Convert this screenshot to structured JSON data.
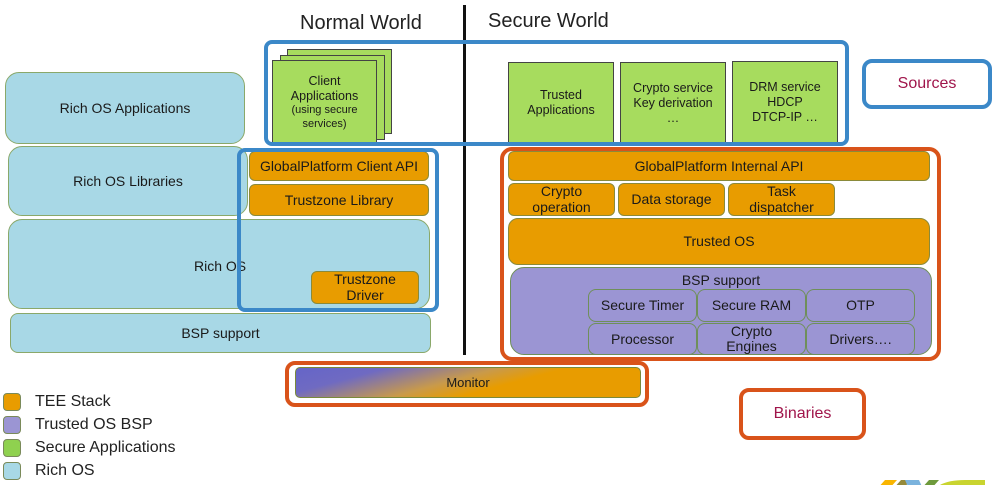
{
  "headers": {
    "normal_world": "Normal World",
    "secure_world": "Secure World"
  },
  "normal_world": {
    "rich_os_applications": "Rich OS Applications",
    "rich_os_libraries": "Rich OS Libraries",
    "rich_os": "Rich OS",
    "bsp_support": "BSP support",
    "client_applications": {
      "line1": "Client",
      "line2": "Applications",
      "line3": "(using secure",
      "line4": "services)"
    },
    "globalplatform_client_api": "GlobalPlatform Client API",
    "trustzone_library": "Trustzone Library",
    "trustzone_driver": {
      "line1": "Trustzone",
      "line2": "Driver"
    }
  },
  "secure_world": {
    "trusted_applications": {
      "line1": "Trusted",
      "line2": "Applications"
    },
    "crypto_service": {
      "line1": "Crypto service",
      "line2": "Key derivation",
      "line3": "…"
    },
    "drm_service": {
      "line1": "DRM service",
      "line2": "HDCP",
      "line3": "DTCP-IP …"
    },
    "globalplatform_internal_api": "GlobalPlatform Internal API",
    "crypto_operation": {
      "line1": "Crypto",
      "line2": "operation"
    },
    "data_storage": "Data storage",
    "task_dispatcher": {
      "line1": "Task",
      "line2": "dispatcher"
    },
    "trusted_os": "Trusted OS",
    "bsp_support": "BSP support",
    "bsp_items": {
      "secure_timer": "Secure Timer",
      "secure_ram": "Secure RAM",
      "otp": "OTP",
      "processor": "Processor",
      "crypto_engines": {
        "line1": "Crypto",
        "line2": "Engines"
      },
      "drivers": "Drivers…."
    }
  },
  "monitor": "Monitor",
  "tags": {
    "sources": "Sources",
    "binaries": "Binaries"
  },
  "legend": [
    {
      "label": "TEE Stack",
      "color": "#e89c00"
    },
    {
      "label": "Trusted OS BSP",
      "color": "#9b95d3"
    },
    {
      "label": "Secure Applications",
      "color": "#8fd14f"
    },
    {
      "label": "Rich OS",
      "color": "#a8d8e6"
    }
  ],
  "colors": {
    "sources_frame": "#3b88c8",
    "binaries_frame": "#d9531a",
    "tag_text": "#a0154b"
  }
}
